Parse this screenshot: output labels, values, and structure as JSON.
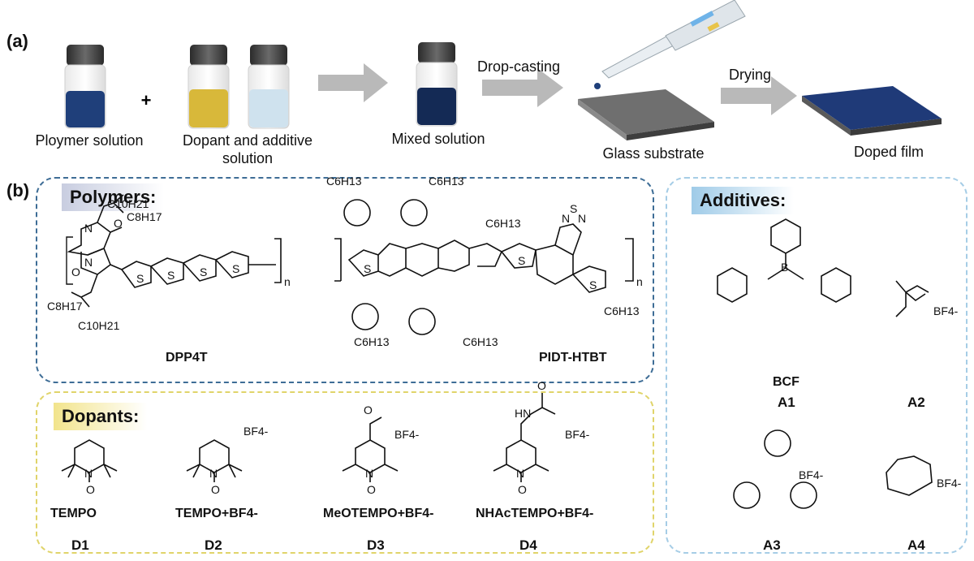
{
  "panel_a": {
    "label": "(a)",
    "plus": "+",
    "polymer_solution": "Ploymer solution",
    "dopant_solution_line1": "Dopant and additive",
    "dopant_solution_line2": "solution",
    "mixed_solution": "Mixed solution",
    "drop_casting": "Drop-casting",
    "glass_substrate": "Glass substrate",
    "drying": "Drying",
    "doped_film": "Doped film"
  },
  "panel_b": {
    "label": "(b)",
    "polymers_title": "Polymers:",
    "dopants_title": "Dopants:",
    "additives_title": "Additives:",
    "polymers": [
      "DPP4T",
      "PIDT-HTBT"
    ],
    "dopants": [
      {
        "name": "TEMPO",
        "code": "D1"
      },
      {
        "name": "TEMPO+BF4-",
        "code": "D2"
      },
      {
        "name": "MeOTEMPO+BF4-",
        "code": "D3"
      },
      {
        "name": "NHAcTEMPO+BF4-",
        "code": "D4"
      }
    ],
    "additives": [
      {
        "name": "BCF",
        "code": "A1"
      },
      {
        "name": "",
        "code": "A2"
      },
      {
        "name": "",
        "code": "A3"
      },
      {
        "name": "",
        "code": "A4"
      }
    ],
    "side_chains": {
      "c10": "C10H21",
      "c8": "C8H17",
      "c6": "C6H13"
    },
    "counter_ion": "BF4-"
  },
  "colors": {
    "polymer_blue": "#1f3f7a",
    "dopant_yellow": "#d8b83a",
    "additive_lightblue": "#cfe2ee",
    "arrow_gray": "#b9b9b9",
    "polymers_border": "#3e6d96",
    "dopants_border": "#e0d46a",
    "additives_border": "#a6cde6"
  }
}
